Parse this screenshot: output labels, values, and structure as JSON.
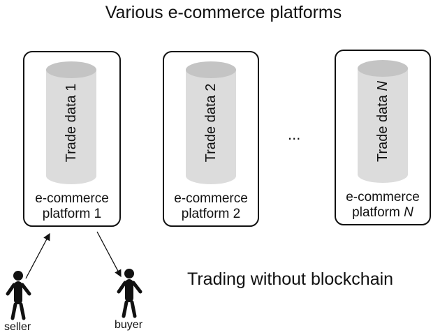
{
  "title": "Various e-commerce platforms",
  "subtitle": "Trading without blockchain",
  "platforms": [
    {
      "db_label": "Trade data 1",
      "name_line1": "e-commerce",
      "name_line2": "platform 1"
    },
    {
      "db_label": "Trade data 2",
      "name_line1": "e-commerce",
      "name_line2": "platform 2"
    },
    {
      "db_label": "Trade data N",
      "name_line1": "e-commerce",
      "name_line2": "platform N"
    }
  ],
  "ellipsis": "...",
  "actors": {
    "seller": "seller",
    "buyer": "buyer"
  },
  "colors": {
    "cylinder_body": "#dcdcdc",
    "cylinder_top": "#c4c4c4",
    "stroke": "#111111"
  }
}
